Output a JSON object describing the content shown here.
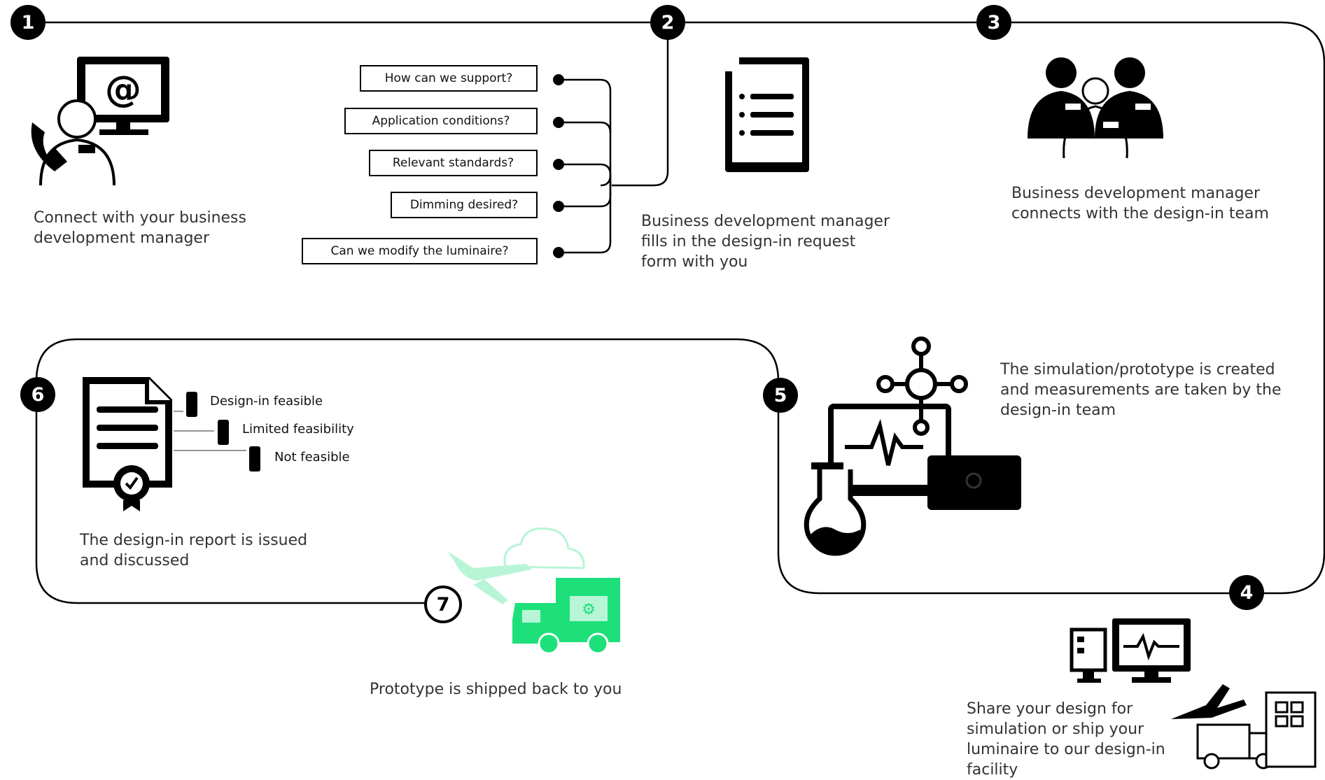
{
  "steps": [
    {
      "number": "1",
      "caption_lines": [
        "Connect with your business",
        "development manager"
      ]
    },
    {
      "number": "2",
      "caption_lines": [
        "Business development manager",
        "fills in the design-in request",
        "form with you"
      ]
    },
    {
      "number": "3",
      "caption_lines": [
        "Business development manager",
        "connects with the design-in team"
      ]
    },
    {
      "number": "4",
      "caption_lines": [
        "Share your design for",
        "simulation or ship your",
        "luminaire to our design-in",
        "facility"
      ]
    },
    {
      "number": "5",
      "caption_lines": [
        "The simulation/prototype is created",
        "and measurements are taken by the",
        "design-in team"
      ]
    },
    {
      "number": "6",
      "caption_lines": [
        "The design-in report is issued",
        "and discussed"
      ]
    },
    {
      "number": "7",
      "caption_lines": [
        "Prototype is shipped back to you"
      ]
    }
  ],
  "questions": [
    "How can we support?",
    "Application conditions?",
    "Relevant standards?",
    "Dimming desired?",
    "Can we modify the luminaire?"
  ],
  "feasibility": [
    "Design-in feasible",
    "Limited feasibility",
    "Not feasible"
  ],
  "colors": {
    "line": "#000000",
    "accent": "#1ee07a",
    "accent_light": "#b8f5d6",
    "text": "#333333"
  },
  "icons": {
    "step1": "support-agent-at-monitor-icon",
    "step2": "document-list-icon",
    "step3": "team-people-icon",
    "step4": "monitor-truck-plane-icon",
    "step5": "lab-simulation-icon",
    "step6": "certificate-report-icon",
    "step7": "shipping-truck-plane-icon"
  }
}
